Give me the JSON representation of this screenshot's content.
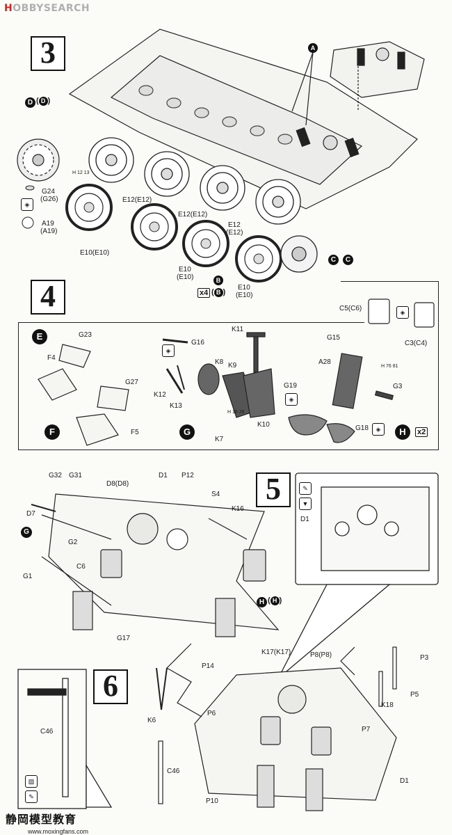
{
  "header": {
    "logo_brand": "H",
    "logo_text": "OBBY SEARCH",
    "logo_suffix": "SEARCH"
  },
  "steps": {
    "s3": "3",
    "s4": "4",
    "s5": "5",
    "s6": "6"
  },
  "step3": {
    "top_label": "A",
    "labels": {
      "d_pair": "D",
      "d_pair_paren": "D",
      "g24": "G24",
      "g26": "(G26)",
      "a19": "A19",
      "a19p": "(A19)",
      "e12a": "E12(E12)",
      "e12b": "E12(E12)",
      "e12c": "E12",
      "e12cp": "(E12)",
      "e10a": "E10(E10)",
      "e10b": "E10",
      "e10bp": "(E10)",
      "e10c": "E10",
      "e10cp": "(E10)",
      "b": "B",
      "x4": "x4",
      "b2": "B",
      "c1": "C",
      "c2": "C",
      "h_tag": "H 12 13"
    }
  },
  "step4": {
    "labels": {
      "e": "E",
      "f": "F",
      "g": "G",
      "h": "H",
      "x2": "x2",
      "g23": "G23",
      "f4": "F4",
      "g27": "G27",
      "f5": "F5",
      "g16": "G16",
      "k11": "K11",
      "k8": "K8",
      "k9": "K9",
      "k12": "K12",
      "k13": "K13",
      "k10": "K10",
      "k7": "K7",
      "c5": "C5(C6)",
      "c3": "C3(C4)",
      "g15": "G15",
      "a28": "A28",
      "g19": "G19",
      "g3": "G3",
      "g18": "G18",
      "h76": "H 76 81",
      "h18": "H 18 26"
    }
  },
  "step5": {
    "labels": {
      "g32": "G32",
      "g31": "G31",
      "d8": "D8(D8)",
      "d1": "D1",
      "p12": "P12",
      "s4": "S4",
      "k16": "K16",
      "d7": "D7",
      "g": "G",
      "g2": "G2",
      "c6": "C6",
      "g1": "G1",
      "g17": "G17",
      "h": "H",
      "hp": "H",
      "d1_inset": "D1"
    }
  },
  "step6": {
    "labels": {
      "c46": "C46",
      "c46b": "C46",
      "k17": "K17(K17)",
      "p8": "P8(P8)",
      "p3": "P3",
      "p14": "P14",
      "p6": "P6",
      "k6": "K6",
      "p5": "P5",
      "k18": "K18",
      "p7": "P7",
      "d1": "D1",
      "p10": "P10"
    }
  },
  "footer": {
    "watermark": "静岡模型教育",
    "url": "www.moxingfans.com"
  }
}
